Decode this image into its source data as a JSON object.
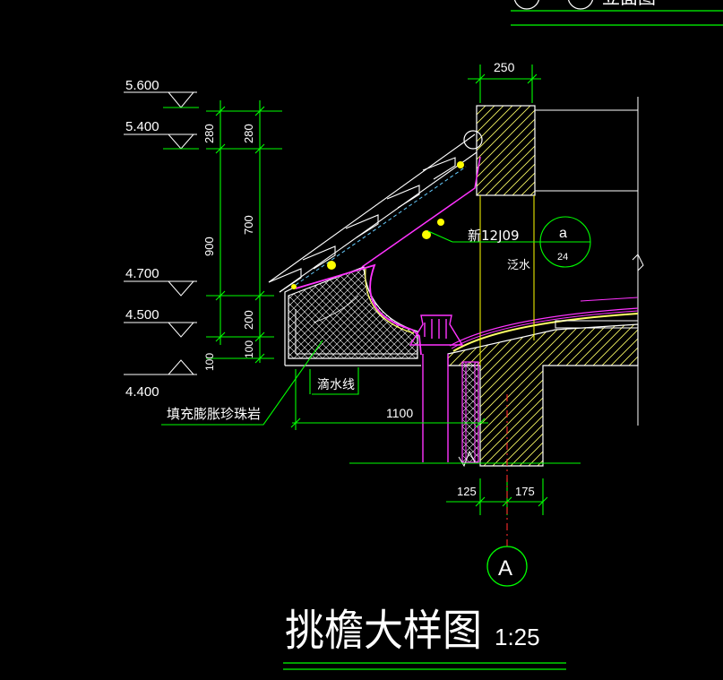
{
  "title": {
    "main": "挑檐大样图",
    "scale": "1:25",
    "top_fragment": "立面图"
  },
  "elevations": [
    "5.600",
    "5.400",
    "4.700",
    "4.500",
    "4.400"
  ],
  "dims_left": [
    "280",
    "280",
    "900",
    "700",
    "200",
    "100",
    "100"
  ],
  "dims_other": {
    "top_width": "250",
    "length": "1100",
    "wall_left": "125",
    "wall_right": "175"
  },
  "notes": {
    "drip": "滴水线",
    "fill": "填充膨胀珍珠岩",
    "ref": "新12J09",
    "flashing": "泛水",
    "detail_letter": "a",
    "detail_sheet": "24",
    "axis": "A"
  },
  "colors": {
    "background": "#000000",
    "dimension": "#00ff00",
    "structure": "#ffffff",
    "concrete": "#ffff66",
    "waterproof": "#ff33ff",
    "axis": "#ff2a2a",
    "highlight": "#ffff00"
  }
}
